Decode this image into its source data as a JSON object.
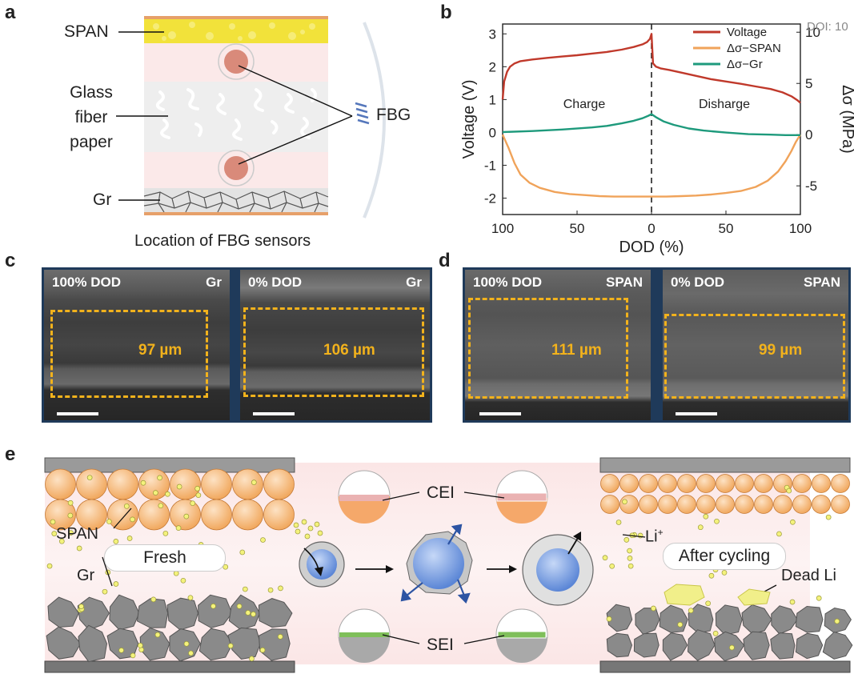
{
  "panels": {
    "a": {
      "letter": "a",
      "labels": {
        "span": "SPAN",
        "glass": [
          "Glass",
          "fiber",
          "paper"
        ],
        "gr": "Gr",
        "fbg": "FBG"
      },
      "caption": "Location of FBG sensors"
    },
    "b": {
      "letter": "b",
      "doi": "DOI: 10",
      "charge": "Charge",
      "discharge": "Disharge"
    },
    "c": {
      "letter": "c",
      "images": [
        {
          "dod": "100% DOD",
          "mat": "Gr",
          "thickness": "97 µm"
        },
        {
          "dod": "0% DOD",
          "mat": "Gr",
          "thickness": "106 µm"
        }
      ]
    },
    "d": {
      "letter": "d",
      "images": [
        {
          "dod": "100% DOD",
          "mat": "SPAN",
          "thickness": "111 µm"
        },
        {
          "dod": "0% DOD",
          "mat": "SPAN",
          "thickness": "99 µm"
        }
      ]
    },
    "e": {
      "letter": "e",
      "labels": {
        "cei": "CEI",
        "sei": "SEI",
        "span": "SPAN",
        "gr": "Gr",
        "fresh": "Fresh",
        "after": "After cycling",
        "li": "Li",
        "li_sup": "+",
        "dead": "Dead Li"
      }
    }
  },
  "chart_data": {
    "type": "line",
    "xlabel": "DOD (%)",
    "ylabel": "Voltage (V)",
    "ylabel_right": "Δσ (MPa)",
    "x_ticks_left_segment": [
      100,
      50,
      0
    ],
    "x_ticks_right_segment": [
      50,
      100
    ],
    "ylim": [
      -2.5,
      3.3
    ],
    "y_ticks": [
      -2,
      -1,
      0,
      1,
      2,
      3
    ],
    "ylim_right": [
      -7.8,
      10.8
    ],
    "y_ticks_right": [
      -5,
      0,
      5,
      10
    ],
    "legend_position": "top-right",
    "colors": {
      "voltage": "#c0392b",
      "span": "#f0a35a",
      "gr": "#1e9a7c"
    },
    "series": [
      {
        "name": "Voltage",
        "axis": "left",
        "segment_charge": {
          "dod": [
            100,
            99,
            97,
            95,
            92,
            88,
            80,
            70,
            60,
            50,
            40,
            30,
            20,
            12,
            6,
            3,
            1,
            0
          ],
          "values": [
            1.0,
            1.55,
            1.85,
            2.0,
            2.1,
            2.17,
            2.22,
            2.27,
            2.31,
            2.35,
            2.4,
            2.45,
            2.52,
            2.6,
            2.68,
            2.75,
            2.85,
            3.0
          ]
        },
        "segment_discharge": {
          "dod": [
            0,
            1,
            3,
            6,
            12,
            20,
            30,
            40,
            50,
            60,
            70,
            80,
            88,
            94,
            98,
            100
          ],
          "values": [
            3.0,
            2.1,
            2.0,
            1.95,
            1.9,
            1.82,
            1.72,
            1.62,
            1.55,
            1.48,
            1.4,
            1.32,
            1.22,
            1.1,
            0.98,
            0.9
          ]
        }
      },
      {
        "name": "Δσ−SPAN",
        "axis": "right",
        "segment_charge": {
          "dod": [
            100,
            96,
            92,
            88,
            82,
            75,
            65,
            55,
            45,
            35,
            25,
            15,
            5,
            0
          ],
          "values": [
            0,
            -1.3,
            -2.8,
            -3.9,
            -4.7,
            -5.2,
            -5.6,
            -5.8,
            -5.9,
            -6.0,
            -6.05,
            -6.05,
            -6.05,
            -6.05
          ]
        },
        "segment_discharge": {
          "dod": [
            0,
            10,
            20,
            30,
            40,
            50,
            60,
            70,
            78,
            85,
            90,
            94,
            97,
            100
          ],
          "values": [
            -6.05,
            -6.05,
            -6.0,
            -5.95,
            -5.85,
            -5.7,
            -5.5,
            -5.1,
            -4.5,
            -3.6,
            -2.6,
            -1.6,
            -0.7,
            0
          ]
        }
      },
      {
        "name": "Δσ−Gr",
        "axis": "right",
        "segment_charge": {
          "dod": [
            100,
            80,
            60,
            40,
            30,
            20,
            12,
            6,
            2,
            0
          ],
          "values": [
            0.25,
            0.35,
            0.5,
            0.7,
            0.85,
            1.1,
            1.35,
            1.6,
            1.85,
            2.0
          ]
        },
        "segment_discharge": {
          "dod": [
            0,
            3,
            8,
            15,
            25,
            35,
            50,
            65,
            80,
            90,
            100
          ],
          "values": [
            2.0,
            1.7,
            1.3,
            0.95,
            0.6,
            0.4,
            0.2,
            0.05,
            0.0,
            -0.05,
            -0.05
          ]
        }
      }
    ]
  }
}
